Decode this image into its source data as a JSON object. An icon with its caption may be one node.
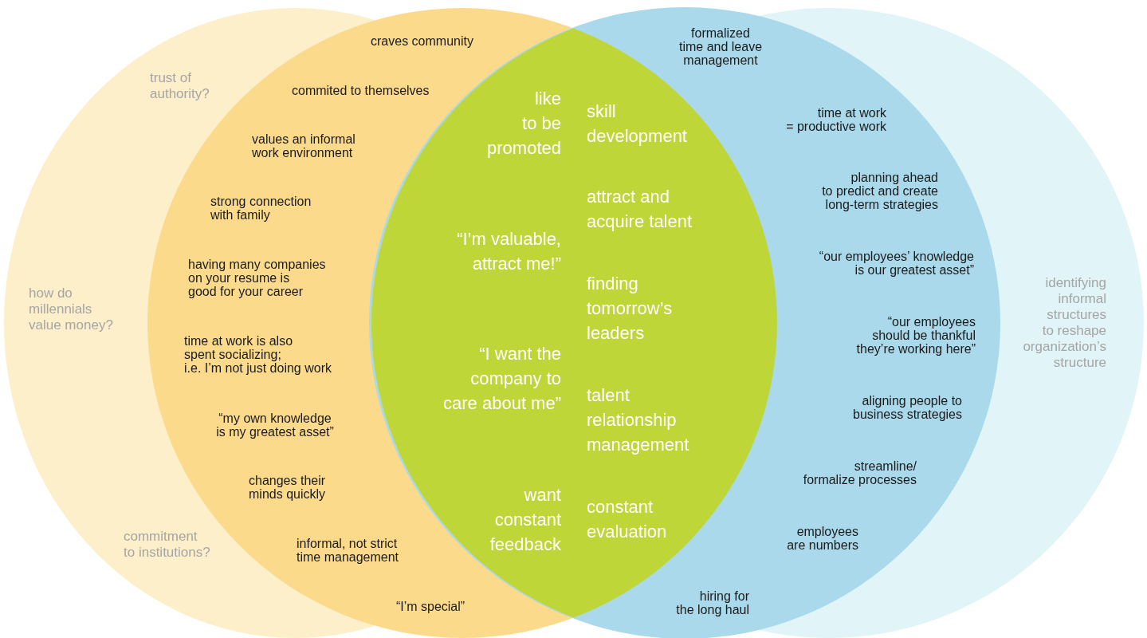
{
  "diagram": {
    "labels": [
      "trust of authority?",
      "how do millennials value money?",
      "commitment to institutions?",
      "craves community",
      "commited to themselves",
      "values an informal work environment",
      "strong connection with family",
      "having many companies on your resume is good for your career",
      "time at work is also spent socializing; i.e. I’m not just doing work",
      "“my own knowledge is my greatest asset”",
      "changes their minds quickly",
      "informal, not strict time management",
      "“I’m special”",
      "like to be promoted",
      "“I’m valuable, attract me!”",
      "“I want the company to care about me”",
      "want constant feedback",
      "skill development",
      "attract and acquire talent",
      "finding tomorrow’s leaders",
      "talent relationship management",
      "constant evaluation",
      "formalized time and leave management",
      "time at work = productive work",
      "planning ahead to predict and create long-term strategies",
      "“our employees’ knowledge is our greatest asset”",
      "“our employees should be thankful they’re working here”",
      "aligning people to business strategies",
      "streamline/ formalize processes",
      "employees are numbers",
      "hiring for the long haul",
      "identifying informal structures to reshape organization’s structure"
    ]
  }
}
